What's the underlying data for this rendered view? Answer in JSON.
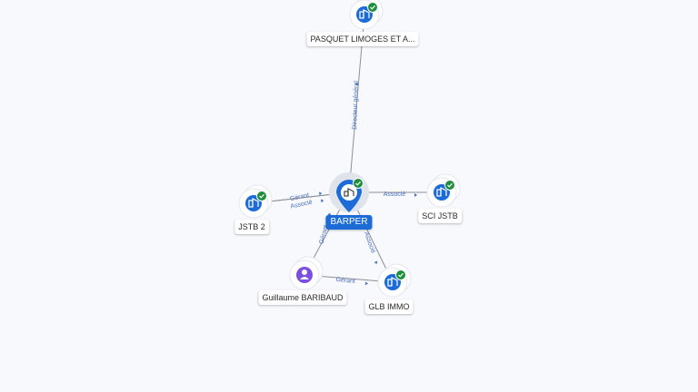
{
  "graph": {
    "nodes": {
      "barper": {
        "label": "BARPER",
        "type": "company",
        "status": "verified",
        "main": true
      },
      "pasquet": {
        "label": "PASQUET LIMOGES ET A...",
        "type": "company",
        "status": "verified"
      },
      "jstb2": {
        "label": "JSTB 2",
        "type": "company",
        "status": "verified"
      },
      "scijstb": {
        "label": "SCI JSTB",
        "type": "company",
        "status": "verified"
      },
      "glbimmo": {
        "label": "GLB IMMO",
        "type": "company",
        "status": "verified"
      },
      "guillaume": {
        "label": "Guillaume BARIBAUD",
        "type": "person"
      }
    },
    "edges": [
      {
        "from": "barper",
        "to": "pasquet",
        "label": "Directeur général"
      },
      {
        "from": "barper",
        "to": "jstb2",
        "label": "Gérant"
      },
      {
        "from": "barper",
        "to": "jstb2",
        "label": "Associé"
      },
      {
        "from": "barper",
        "to": "scijstb",
        "label": "Associé"
      },
      {
        "from": "barper",
        "to": "glbimmo",
        "label": "Associé"
      },
      {
        "from": "guillaume",
        "to": "barper",
        "label": "Gérant"
      },
      {
        "from": "guillaume",
        "to": "glbimmo",
        "label": "Gérant"
      }
    ]
  },
  "colors": {
    "background": "#f7f9fd",
    "company": "#1c6bd6",
    "person": "#7b4fe0",
    "verified": "#1e8e3e",
    "edge": "#8a8f99",
    "edge_label": "#4a6fc0"
  },
  "icons": {
    "company": "building-icon",
    "person": "person-icon",
    "verified": "check-circle-icon"
  }
}
